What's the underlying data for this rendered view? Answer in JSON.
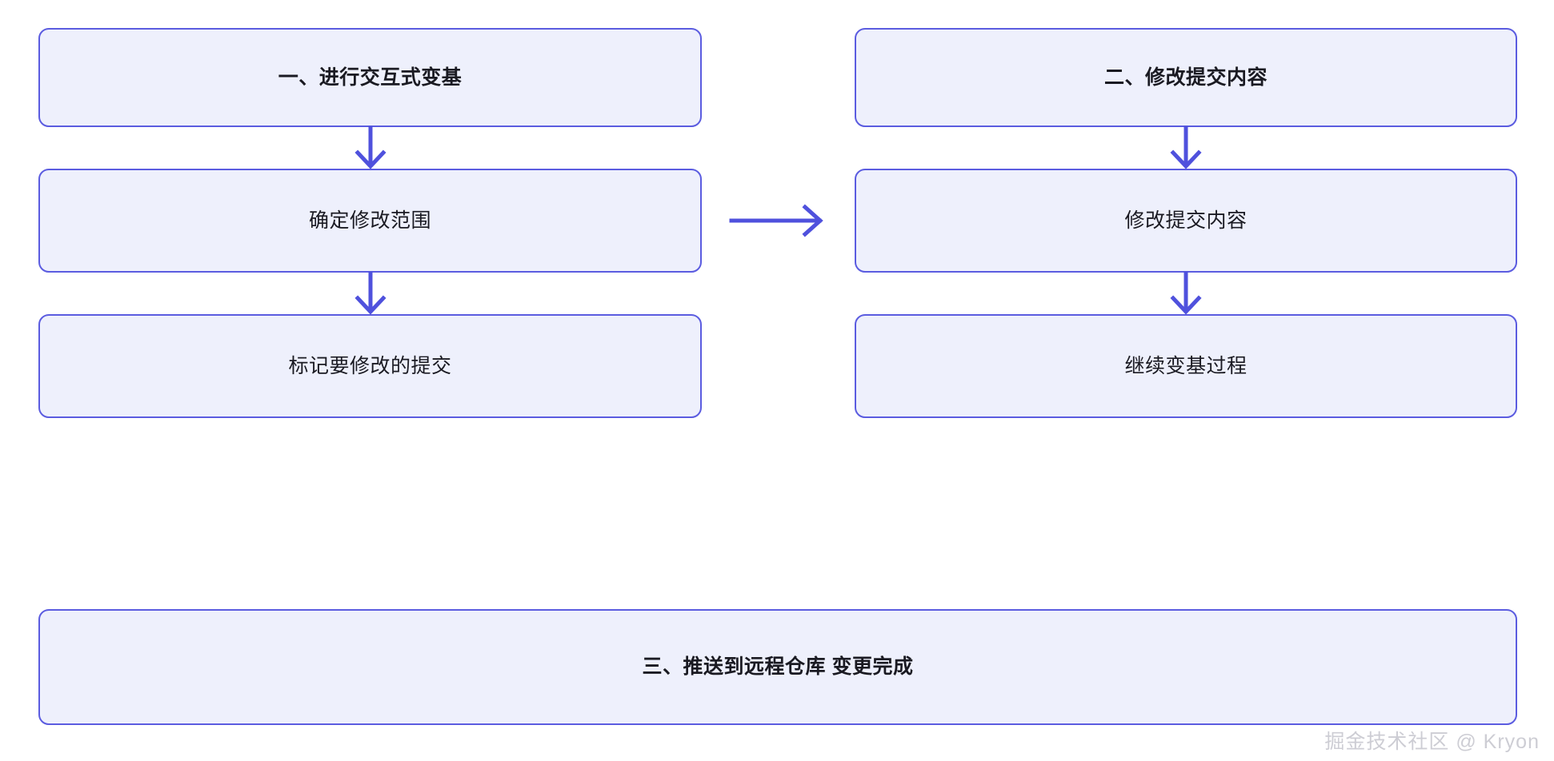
{
  "diagram": {
    "type": "flowchart",
    "background_color": "#ffffff",
    "node_fill_color": "#eef0fc",
    "node_border_color": "#5b5ce0",
    "arrow_color": "#4f51dd",
    "text_color": "#1a1a22",
    "columns": [
      {
        "name": "left-column",
        "nodes": [
          {
            "id": "left-1",
            "label": "一、进行交互式变基",
            "emphasis": "heading"
          },
          {
            "id": "left-2",
            "label": "确定修改范围",
            "emphasis": "step"
          },
          {
            "id": "left-3",
            "label": "标记要修改的提交",
            "emphasis": "step"
          }
        ]
      },
      {
        "name": "right-column",
        "nodes": [
          {
            "id": "right-1",
            "label": "二、修改提交内容",
            "emphasis": "heading"
          },
          {
            "id": "right-2",
            "label": "修改提交内容",
            "emphasis": "step"
          },
          {
            "id": "right-3",
            "label": "继续变基过程",
            "emphasis": "step"
          }
        ]
      }
    ],
    "footer_node": {
      "id": "footer-1",
      "label": "三、推送到远程仓库 变更完成",
      "emphasis": "heading"
    },
    "connectors": [
      {
        "id": "left-1-to-left-2",
        "direction": "down"
      },
      {
        "id": "left-2-to-left-3",
        "direction": "down"
      },
      {
        "id": "right-1-to-right-2",
        "direction": "down"
      },
      {
        "id": "right-2-to-right-3",
        "direction": "down"
      },
      {
        "id": "left-2-to-right-2",
        "direction": "right"
      }
    ]
  },
  "watermark": {
    "text": "掘金技术社区 @ Kryon"
  }
}
